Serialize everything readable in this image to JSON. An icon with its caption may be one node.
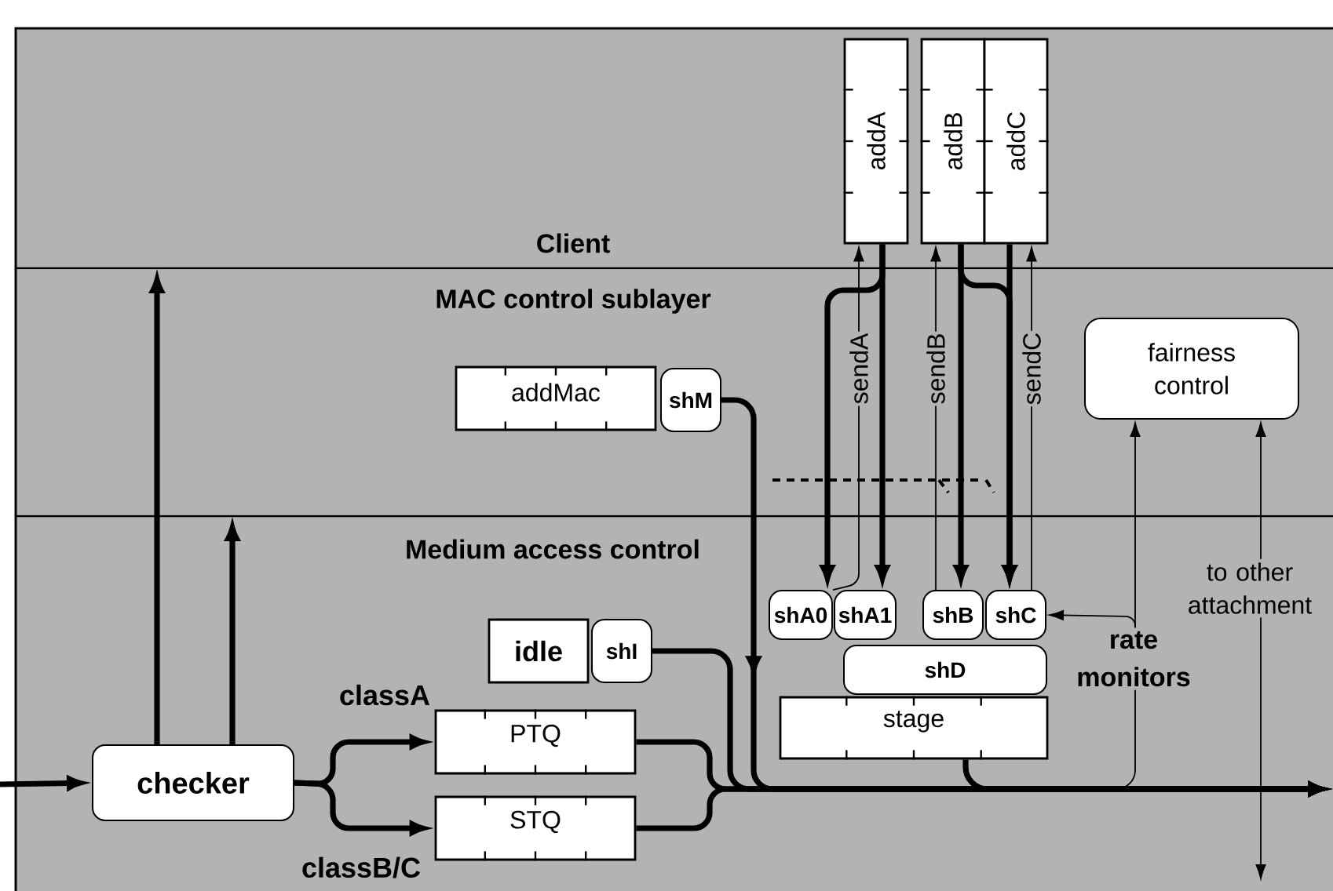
{
  "diagram": {
    "nodes": [
      {
        "text": [
          "addA"
        ]
      },
      {
        "text": [
          "addB"
        ]
      },
      {
        "text": [
          "addC"
        ]
      },
      {
        "text": [
          "addMac"
        ]
      },
      {
        "text": [
          "shM"
        ]
      },
      {
        "text": [
          "fairness control"
        ]
      },
      {
        "text": [
          "shA0"
        ]
      },
      {
        "text": [
          "shA1"
        ]
      },
      {
        "text": [
          "shB"
        ]
      },
      {
        "text": [
          "shC"
        ]
      },
      {
        "text": [
          "shD"
        ]
      },
      {
        "text": [
          "stage"
        ]
      },
      {
        "text": [
          "idle"
        ]
      },
      {
        "text": [
          "shI"
        ]
      },
      {
        "text": [
          "checker"
        ]
      },
      {
        "text": [
          "PTQ"
        ]
      },
      {
        "text": [
          "STQ"
        ]
      },
      {
        "text": [
          "rate monitors"
        ]
      },
      {
        "text": [
          "to other attachment"
        ]
      }
    ],
    "edges": [
      {
        "from": null,
        "to": 14,
        "arrow": "to"
      },
      {
        "from": 14,
        "to": null,
        "arrow": "to"
      },
      {
        "from": 14,
        "to": null,
        "arrow": "to"
      },
      {
        "from": 14,
        "to": 15,
        "arrow": "to",
        "label": "classA"
      },
      {
        "from": 14,
        "to": 16,
        "arrow": "to",
        "label": "classB/C"
      },
      {
        "from": 15,
        "to": null,
        "arrow": "to"
      },
      {
        "from": 16,
        "to": null,
        "arrow": "to"
      },
      {
        "from": 13,
        "to": null,
        "arrow": "to"
      },
      {
        "from": 4,
        "to": null,
        "arrow": "to"
      },
      {
        "from": 11,
        "to": null,
        "arrow": "to"
      },
      {
        "from": 0,
        "to": 6,
        "arrow": "to"
      },
      {
        "from": 0,
        "to": 7,
        "arrow": "to"
      },
      {
        "from": 6,
        "to": 0,
        "arrow": "to",
        "label": "sendA"
      },
      {
        "from": 1,
        "to": 8,
        "arrow": "to"
      },
      {
        "from": 1,
        "to": 9,
        "arrow": "to"
      },
      {
        "from": 2,
        "to": 9,
        "arrow": "to"
      },
      {
        "from": 8,
        "to": 1,
        "arrow": "to",
        "label": "sendB"
      },
      {
        "from": 9,
        "to": 2,
        "arrow": "to",
        "label": "sendC"
      },
      {
        "from": 17,
        "to": 5,
        "arrow": "to"
      },
      {
        "from": 17,
        "to": 9,
        "arrow": "to"
      },
      {
        "from": 17,
        "to": null,
        "arrow": "none"
      },
      {
        "from": 18,
        "to": 5,
        "arrow": "to"
      },
      {
        "from": 18,
        "to": null,
        "arrow": "to"
      }
    ],
    "labels": [
      "Client",
      "MAC control sublayer",
      "Medium access control"
    ]
  }
}
